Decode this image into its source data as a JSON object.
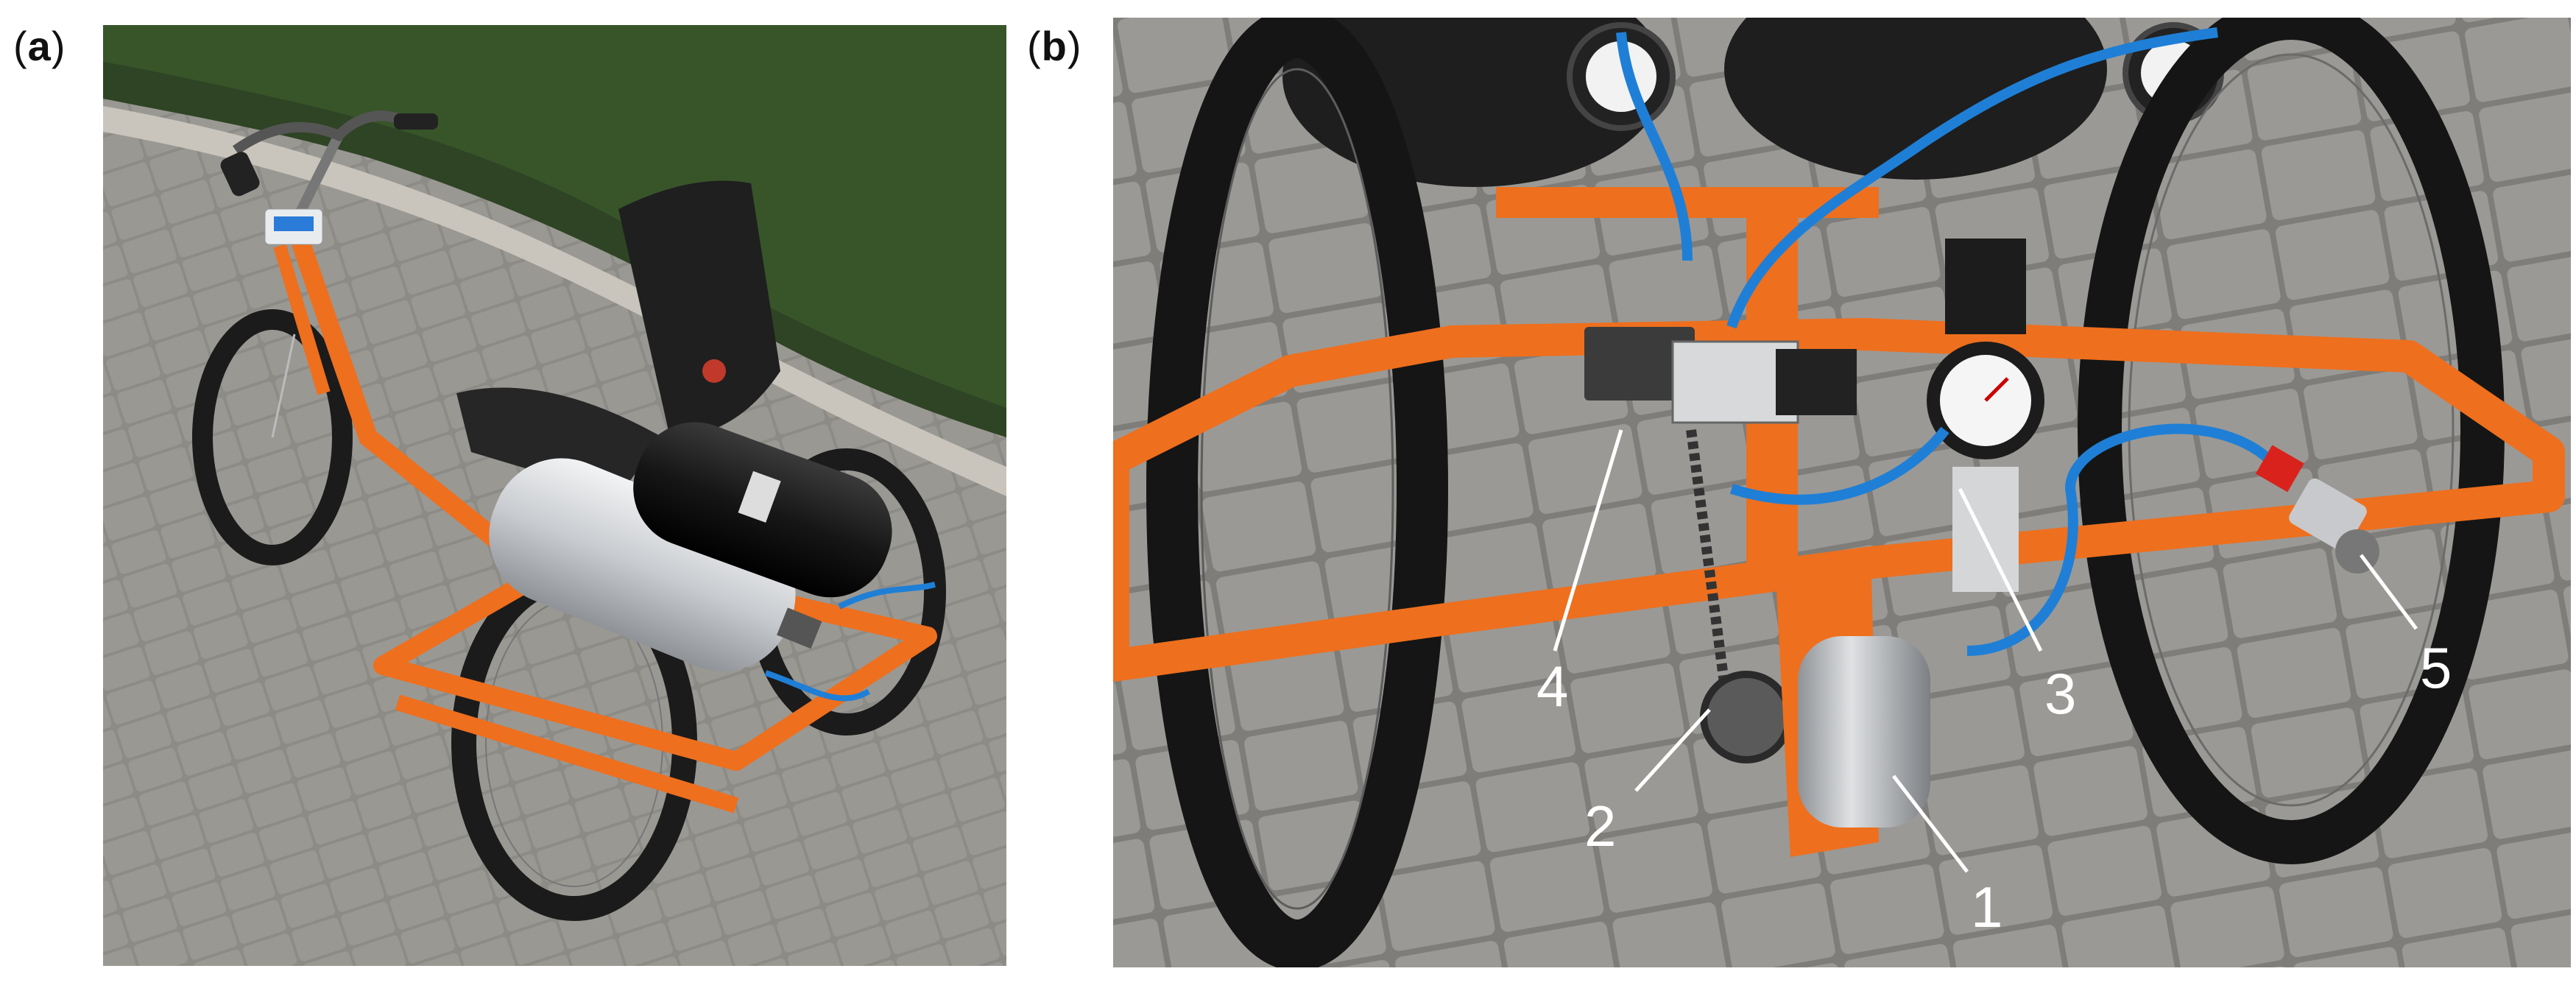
{
  "panels": [
    {
      "label_open": "(",
      "label_letter": "a",
      "label_close": ")"
    },
    {
      "label_open": "(",
      "label_letter": "b",
      "label_close": ")"
    }
  ],
  "callouts": [
    "1",
    "2",
    "3",
    "4",
    "5"
  ],
  "colors": {
    "frame_orange": "#ee6f1e",
    "hedge_green": "#2e4424",
    "paving_gray": "#8a8883",
    "hose_blue": "#1f7fd6",
    "tire_black": "#1b1b1b",
    "cylinder_silver": "#d9dcdf"
  }
}
